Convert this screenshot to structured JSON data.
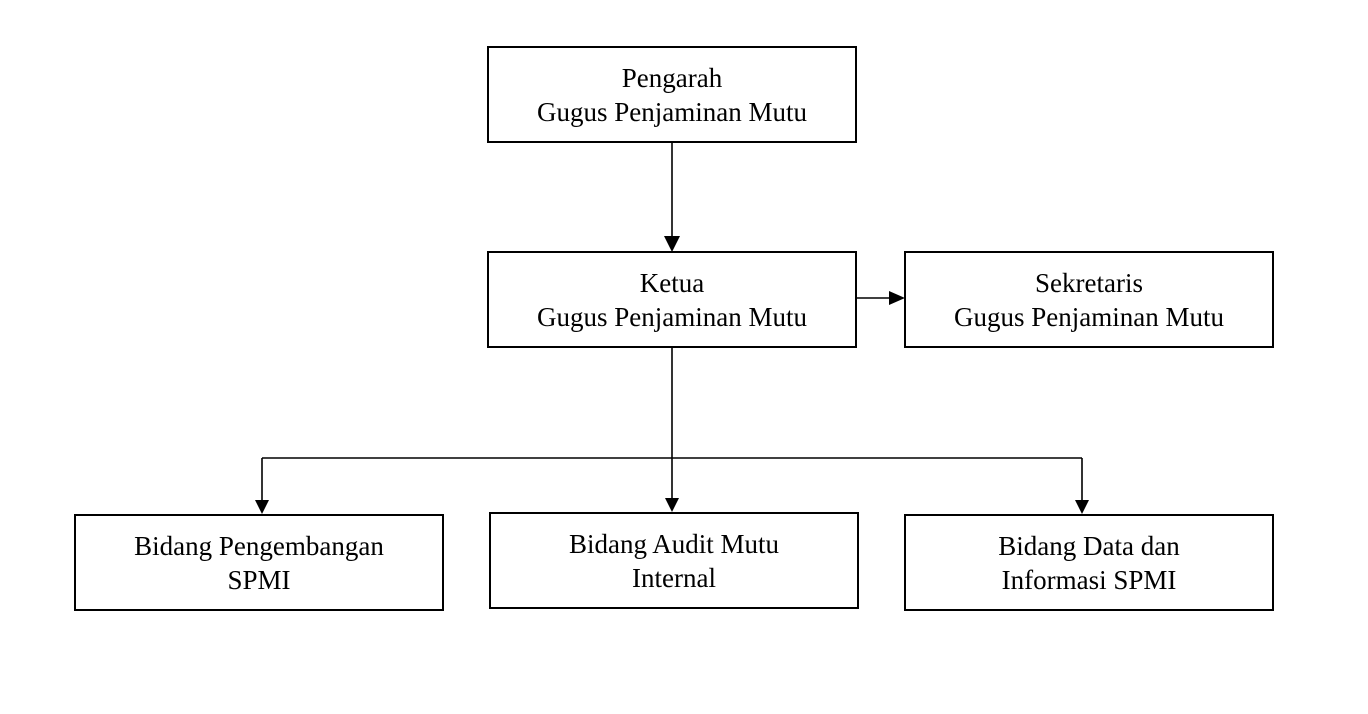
{
  "diagram": {
    "nodes": {
      "pengarah": {
        "line1": "Pengarah",
        "line2": "Gugus Penjaminan Mutu"
      },
      "ketua": {
        "line1": "Ketua",
        "line2": "Gugus Penjaminan Mutu"
      },
      "sekretaris": {
        "line1": "Sekretaris",
        "line2": "Gugus Penjaminan Mutu"
      },
      "bidang_pengembangan": {
        "line1": "Bidang Pengembangan",
        "line2": "SPMI"
      },
      "bidang_audit": {
        "line1": "Bidang Audit Mutu",
        "line2": "Internal"
      },
      "bidang_data": {
        "line1": "Bidang Data dan",
        "line2": "Informasi SPMI"
      }
    },
    "edges": [
      {
        "from": "pengarah",
        "to": "ketua"
      },
      {
        "from": "ketua",
        "to": "sekretaris"
      },
      {
        "from": "ketua",
        "to": "bidang_pengembangan"
      },
      {
        "from": "ketua",
        "to": "bidang_audit"
      },
      {
        "from": "ketua",
        "to": "bidang_data"
      }
    ],
    "colors": {
      "line": "#000000",
      "box_border": "#000000",
      "background": "#ffffff"
    }
  }
}
